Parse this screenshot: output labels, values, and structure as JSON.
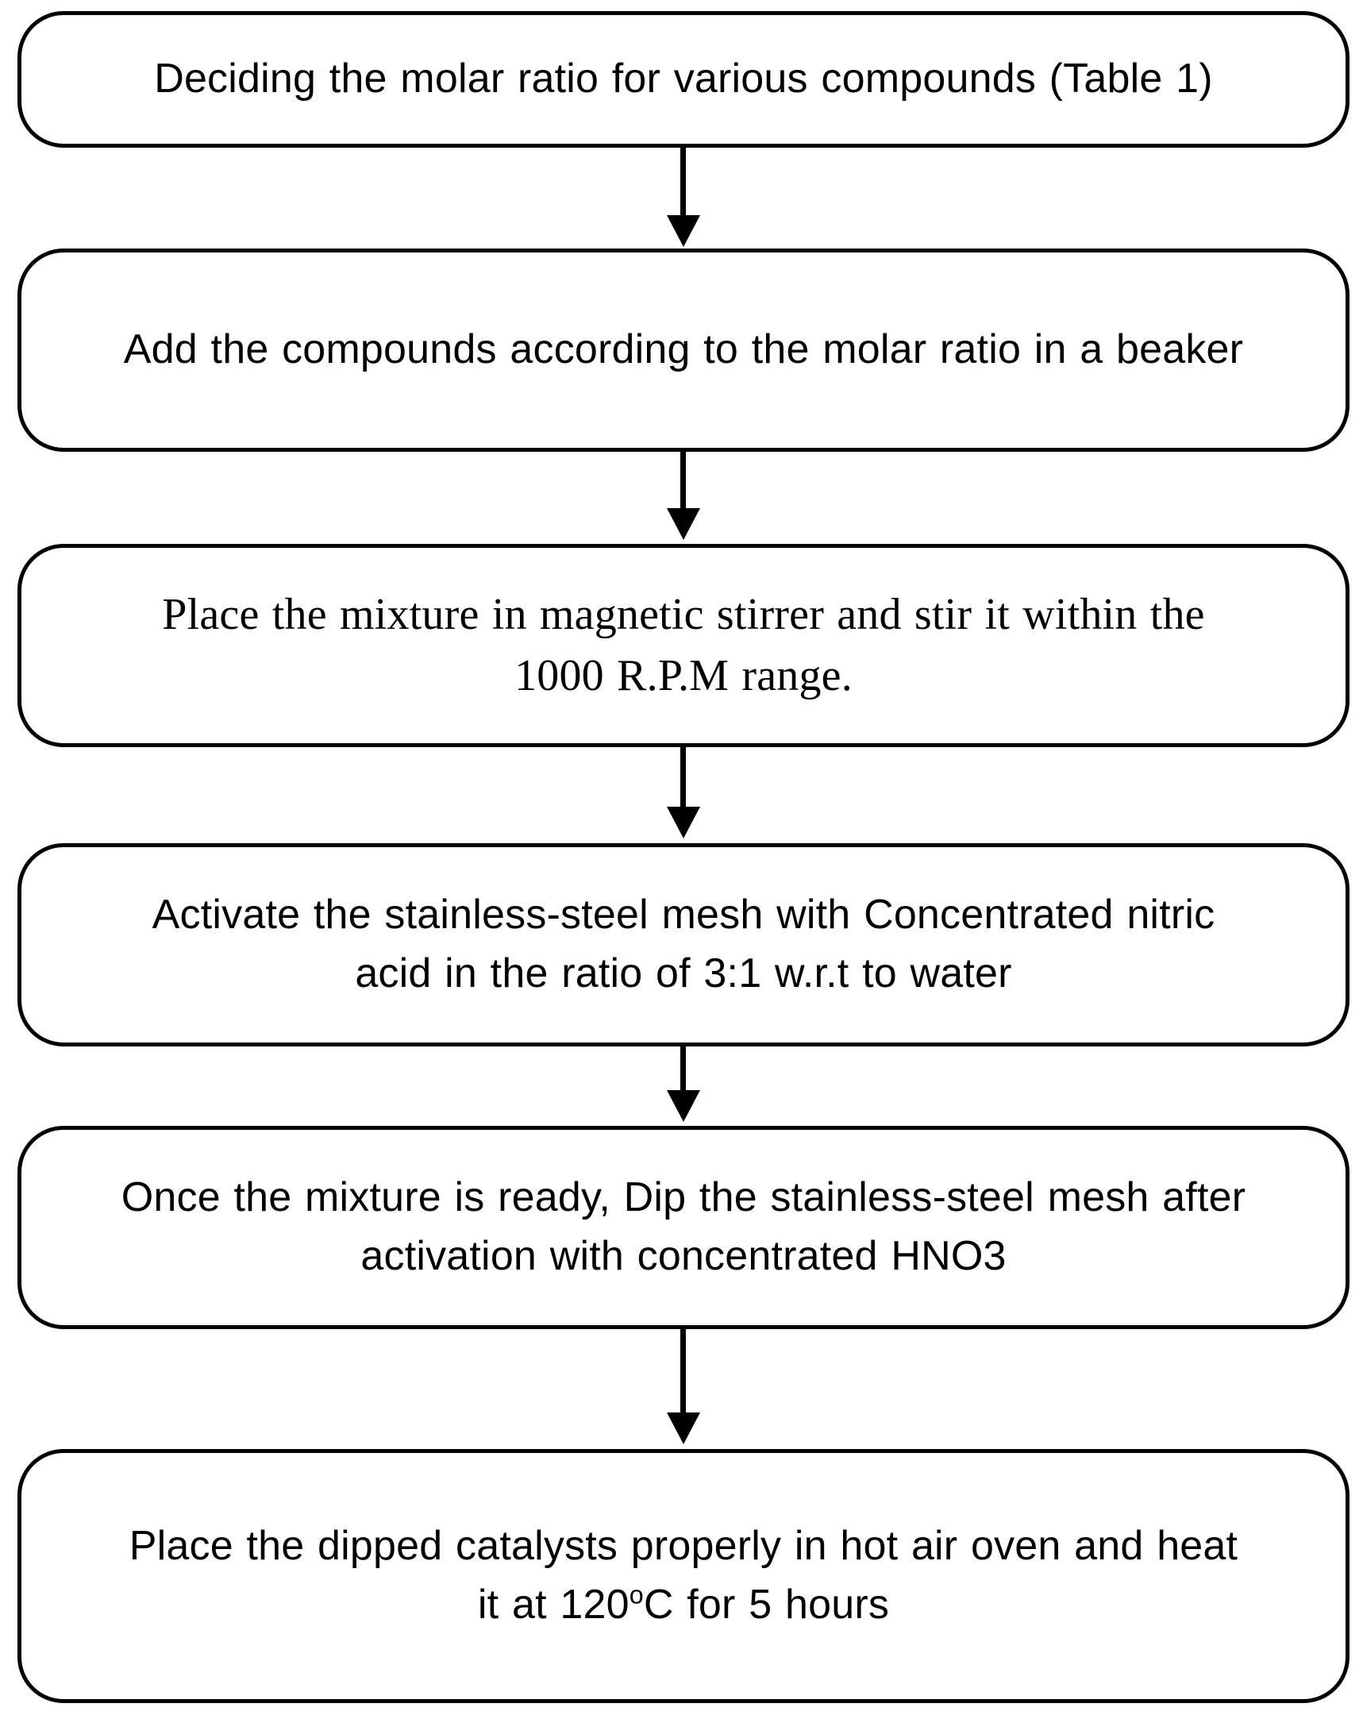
{
  "diagram": {
    "type": "flowchart",
    "orientation": "vertical",
    "title": "Catalyst preparation procedure flowchart",
    "colors": {
      "stroke": "#000000",
      "fill": "#ffffff",
      "text": "#000000"
    },
    "nodes": [
      {
        "id": "step-1",
        "shape": "rounded-rectangle",
        "text": "Deciding the molar ratio for various compounds (Table 1)",
        "lines": [
          "Deciding the molar ratio for various compounds (Table 1)"
        ],
        "font": "sans-serif"
      },
      {
        "id": "step-2",
        "shape": "rounded-rectangle",
        "text": "Add the compounds according to the molar ratio in a beaker",
        "lines": [
          "Add the compounds according to the molar ratio in a beaker"
        ],
        "font": "sans-serif"
      },
      {
        "id": "step-3",
        "shape": "rounded-rectangle",
        "text": "Place the mixture in magnetic stirrer and stir it within the 1000 R.P.M range.",
        "lines": [
          "Place the mixture in magnetic stirrer and stir it within the",
          "1000 R.P.M range."
        ],
        "font": "serif"
      },
      {
        "id": "step-4",
        "shape": "rounded-rectangle",
        "text": "Activate the stainless-steel mesh with Concentrated nitric acid in the ratio of 3:1 w.r.t to water",
        "lines": [
          "Activate the stainless-steel mesh with Concentrated nitric",
          "acid in the ratio of 3:1 w.r.t to water"
        ],
        "font": "sans-serif"
      },
      {
        "id": "step-5",
        "shape": "rounded-rectangle",
        "text": "Once the mixture is ready, Dip the stainless-steel mesh after activation with concentrated HNO3",
        "lines": [
          "Once the mixture is ready, Dip the stainless-steel mesh after",
          "activation with concentrated HNO3"
        ],
        "font": "sans-serif"
      },
      {
        "id": "step-6",
        "shape": "rounded-rectangle",
        "text": "Place the dipped catalysts properly in hot air oven and heat it at 120oC for 5 hours",
        "lines": [
          "Place the dipped catalysts properly in hot air oven and heat",
          "it at 120"
        ],
        "line2_prefix": "it at 120",
        "line2_superscript": "o",
        "line2_suffix": "C for 5 hours",
        "font": "sans-serif"
      }
    ],
    "connectors": [
      {
        "id": "arrow-1",
        "from": "step-1",
        "to": "step-2",
        "marker": "solid-triangle",
        "direction": "down"
      },
      {
        "id": "arrow-2",
        "from": "step-2",
        "to": "step-3",
        "marker": "solid-triangle",
        "direction": "down"
      },
      {
        "id": "arrow-3",
        "from": "step-3",
        "to": "step-4",
        "marker": "solid-triangle",
        "direction": "down"
      },
      {
        "id": "arrow-4",
        "from": "step-4",
        "to": "step-5",
        "marker": "solid-triangle",
        "direction": "down"
      },
      {
        "id": "arrow-5",
        "from": "step-5",
        "to": "step-6",
        "marker": "solid-triangle",
        "direction": "down"
      }
    ]
  }
}
